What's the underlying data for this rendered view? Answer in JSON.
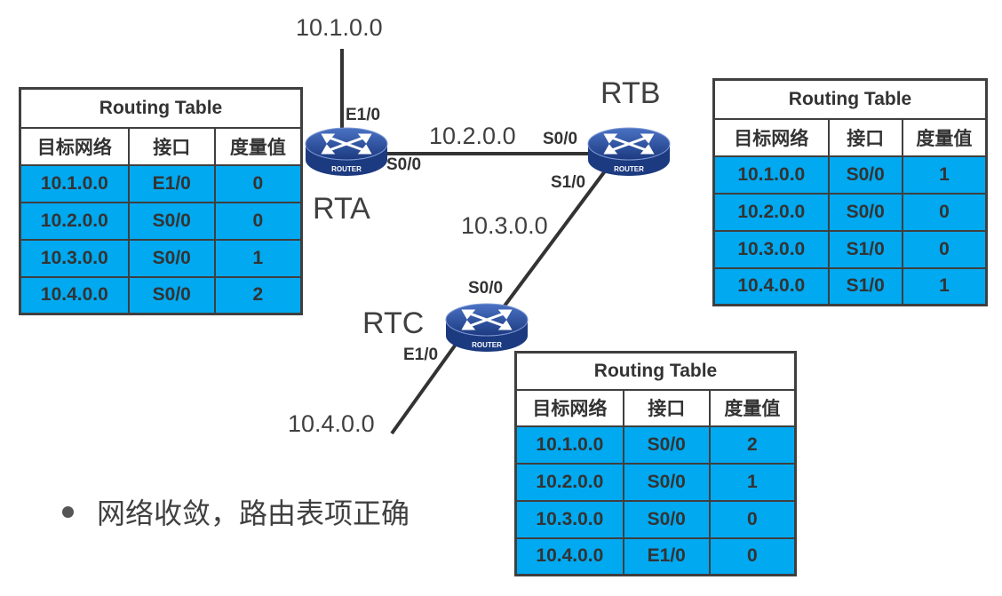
{
  "networks": {
    "n1": "10.1.0.0",
    "n2": "10.2.0.0",
    "n3": "10.3.0.0",
    "n4": "10.4.0.0"
  },
  "routers": {
    "rta": {
      "name": "RTA",
      "badge": "ROUTER"
    },
    "rtb": {
      "name": "RTB",
      "badge": "ROUTER"
    },
    "rtc": {
      "name": "RTC",
      "badge": "ROUTER"
    }
  },
  "interfaces": {
    "rta_e10": "E1/0",
    "rta_s00": "S0/0",
    "rtb_s00": "S0/0",
    "rtb_s10": "S1/0",
    "rtc_s00": "S0/0",
    "rtc_e10": "E1/0"
  },
  "tables": {
    "rta": {
      "title": "Routing Table",
      "headers": [
        "目标网络",
        "接口",
        "度量值"
      ],
      "rows": [
        [
          "10.1.0.0",
          "E1/0",
          "0"
        ],
        [
          "10.2.0.0",
          "S0/0",
          "0"
        ],
        [
          "10.3.0.0",
          "S0/0",
          "1"
        ],
        [
          "10.4.0.0",
          "S0/0",
          "2"
        ]
      ]
    },
    "rtb": {
      "title": "Routing Table",
      "headers": [
        "目标网络",
        "接口",
        "度量值"
      ],
      "rows": [
        [
          "10.1.0.0",
          "S0/0",
          "1"
        ],
        [
          "10.2.0.0",
          "S0/0",
          "0"
        ],
        [
          "10.3.0.0",
          "S1/0",
          "0"
        ],
        [
          "10.4.0.0",
          "S1/0",
          "1"
        ]
      ]
    },
    "rtc": {
      "title": "Routing Table",
      "headers": [
        "目标网络",
        "接口",
        "度量值"
      ],
      "rows": [
        [
          "10.1.0.0",
          "S0/0",
          "2"
        ],
        [
          "10.2.0.0",
          "S0/0",
          "1"
        ],
        [
          "10.3.0.0",
          "S0/0",
          "0"
        ],
        [
          "10.4.0.0",
          "E1/0",
          "0"
        ]
      ]
    }
  },
  "bullet_text": "网络收敛，路由表项正确",
  "colors": {
    "row_fill": "#00a9f0",
    "router_fill": "#2d4f9e",
    "line": "#333333"
  }
}
